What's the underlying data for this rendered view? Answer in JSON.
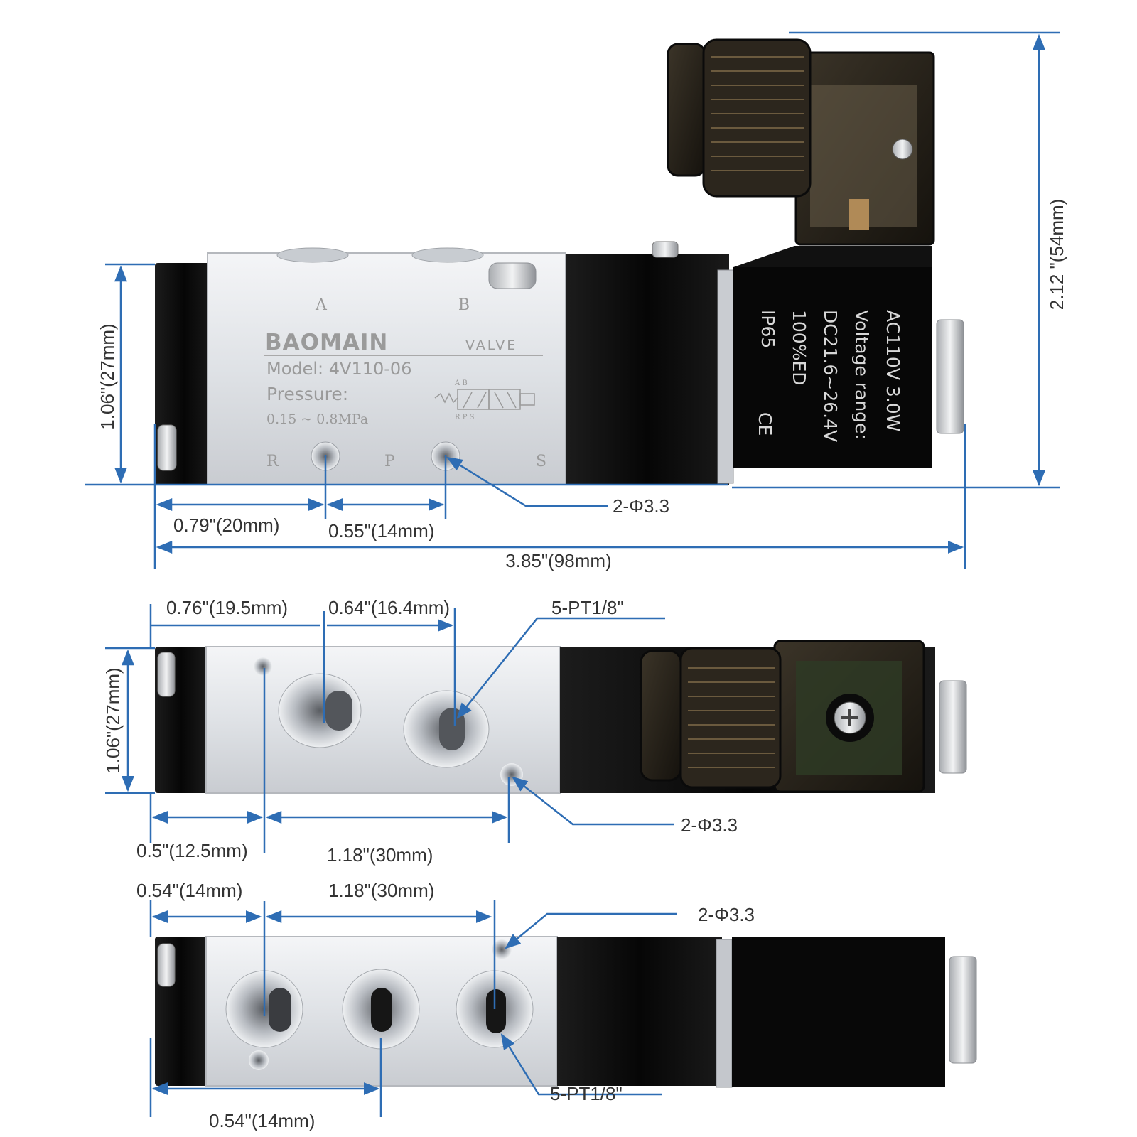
{
  "colors": {
    "dimension_line": "#2e6db4",
    "aluminium": "#e3e5e8",
    "black_body": "#0d0d0d",
    "dimension_text": "#333333"
  },
  "views": {
    "front": {
      "port_a": "A",
      "port_b": "B",
      "brand": "BAOMAIN",
      "valve": "VALVE",
      "model": "Model: 4V110-06",
      "pressure_label": "Pressure:",
      "pressure_range": "0.15 ~ 0.8MPa",
      "symbol_top": "A B",
      "symbol_bottom": "R P S",
      "port_r": "R",
      "port_p": "P",
      "port_s": "S",
      "coil_lines": [
        "AC110V   3.0W",
        "Voltage  range:",
        "DC21.6~26.4V",
        "100%ED",
        "IP65"
      ],
      "ce_mark": "CE",
      "dims": {
        "height_left": "1.06\"(27mm)",
        "height_total": "2.12 \"(54mm)",
        "hole_callout": "2-Φ3.3",
        "offset_first_hole": "0.79\"(20mm)",
        "hole_spacing": "0.55\"(14mm)",
        "overall_length": "3.85\"(98mm)"
      }
    },
    "top": {
      "dims": {
        "offset_a": "0.76\"(19.5mm)",
        "spacing_ab": "0.64\"(16.4mm)",
        "port_callout": "5-PT1/8\"",
        "height": "1.06\"(27mm)",
        "hole_callout": "2-Φ3.3",
        "offset_hole": "0.5\"(12.5mm)",
        "hole_spacing": "1.18\"(30mm)"
      }
    },
    "bottom": {
      "dims": {
        "offset_r": "0.54\"(14mm)",
        "hole_spacing": "1.18\"(30mm)",
        "hole_callout": "2-Φ3.3",
        "port_callout": "5-PT1/8\"",
        "offset_p": "0.54\"(14mm)"
      }
    }
  }
}
